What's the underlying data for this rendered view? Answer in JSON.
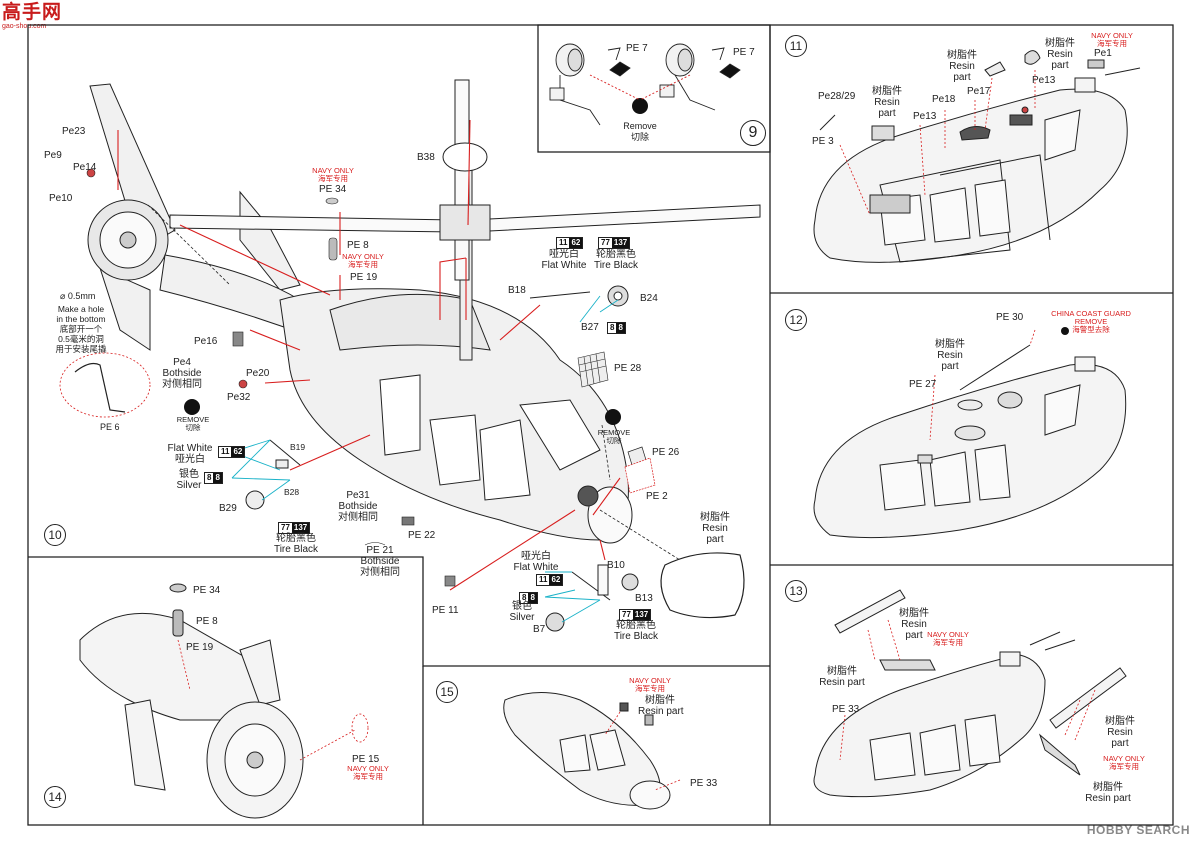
{
  "watermark": {
    "cn": "高手网",
    "url": "gao-shou.com",
    "brand": "HOBBY SEARCH"
  },
  "steps": {
    "s9": "9",
    "s10": "10",
    "s11": "11",
    "s12": "12",
    "s13": "13",
    "s14": "14",
    "s15": "15"
  },
  "common": {
    "pe7": "PE 7",
    "remove_en": "Remove",
    "remove_cn": "切除",
    "REMOVE": "REMOVE",
    "navy_en": "NAVY ONLY",
    "navy_cn": "海军专用",
    "resin_cn": "树脂件",
    "resin": "Resin",
    "part": "part",
    "resin_part": "Resin part",
    "flat_white": "Flat White",
    "flat_white_cn": "哑光白",
    "silver": "Silver",
    "silver_cn": "银色",
    "tire_black": "Tire Black",
    "tire_black_cn": "轮胎黑色",
    "bothside": "Bothside",
    "bothside_cn": "对侧相同",
    "c11": "11",
    "c62": "62",
    "c8": "8",
    "c77": "77",
    "c137": "137"
  },
  "step10": {
    "pe23": "Pe23",
    "pe9": "Pe9",
    "pe14": "Pe14",
    "pe10": "Pe10",
    "hole": "0.5mm",
    "hole_en1": "Make a hole",
    "hole_en2": "in the bottom",
    "hole_cn1": "底部开一个",
    "hole_cn2": "0.5毫米的洞",
    "hole_cn3": "用于安装尾撬",
    "pe6": "PE 6",
    "pe16": "Pe16",
    "pe4": "Pe4",
    "pe20": "Pe20",
    "pe32": "Pe32",
    "b38": "B38",
    "pe34": "PE 34",
    "pe8": "PE 8",
    "pe19": "PE 19",
    "b18": "B18",
    "b24": "B24",
    "b27": "B27",
    "pe28": "PE 28",
    "pe26": "PE 26",
    "pe2": "PE 2",
    "b19": "B19",
    "b28": "B28",
    "b29": "B29",
    "pe31": "Pe31",
    "pe21": "PE 21",
    "pe22": "PE 22",
    "pe11": "PE  11",
    "b10": "B10",
    "b13": "B13",
    "b7": "B7"
  },
  "step11": {
    "pe2829": "Pe28/29",
    "pe3": "PE 3",
    "pe13a": "Pe13",
    "pe18": "Pe18",
    "pe17": "Pe17",
    "pe13b": "Pe13",
    "pe1": "Pe1"
  },
  "step12": {
    "pe30": "PE 30",
    "ccg_en1": "CHINA COAST GUARD",
    "ccg_en2": "REMOVE",
    "ccg_cn": "海警型去除",
    "pe27": "PE 27"
  },
  "step13": {
    "pe33": "PE 33"
  },
  "step14": {
    "pe34": "PE 34",
    "pe8": "PE 8",
    "pe19": "PE 19",
    "pe15": "PE  15"
  },
  "step15": {
    "pe33": "PE 33"
  }
}
